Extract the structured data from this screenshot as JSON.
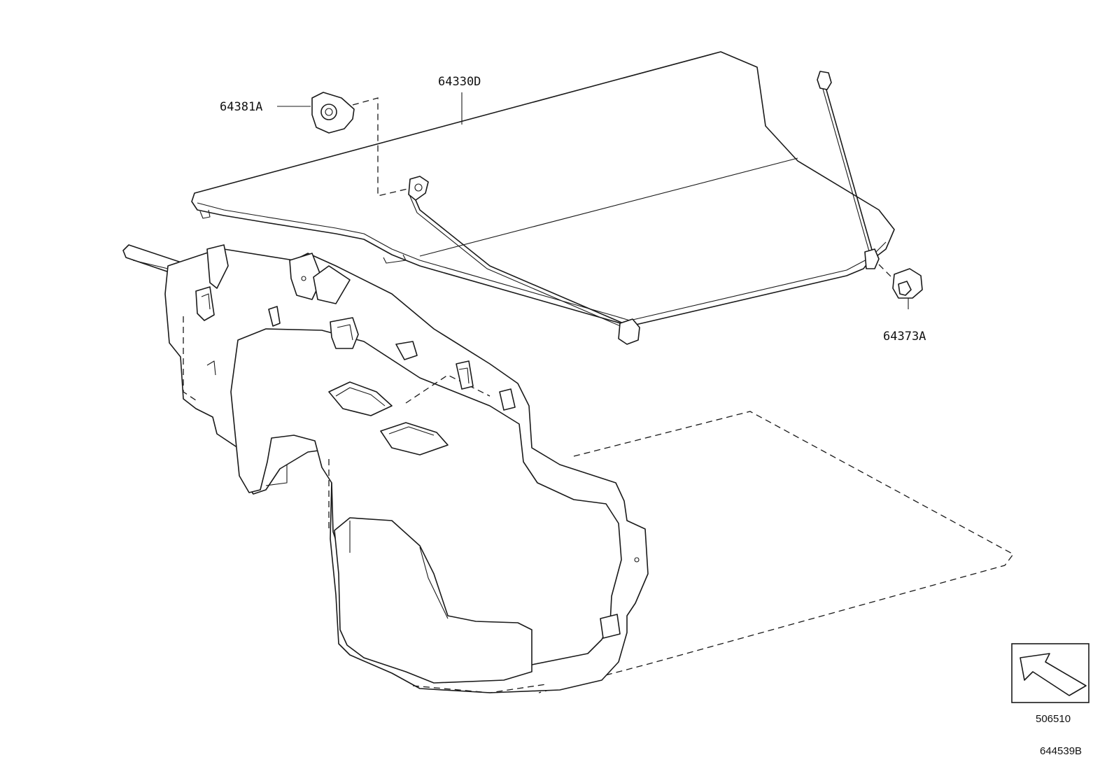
{
  "parts": [
    {
      "id": "64381A",
      "label": "64381A"
    },
    {
      "id": "64330D",
      "label": "64330D"
    },
    {
      "id": "64373A",
      "label": "64373A"
    }
  ],
  "orientation": {
    "icon": "direction-arrow-icon"
  },
  "codes": {
    "view_code": "506510",
    "diagram_code": "644539B"
  }
}
